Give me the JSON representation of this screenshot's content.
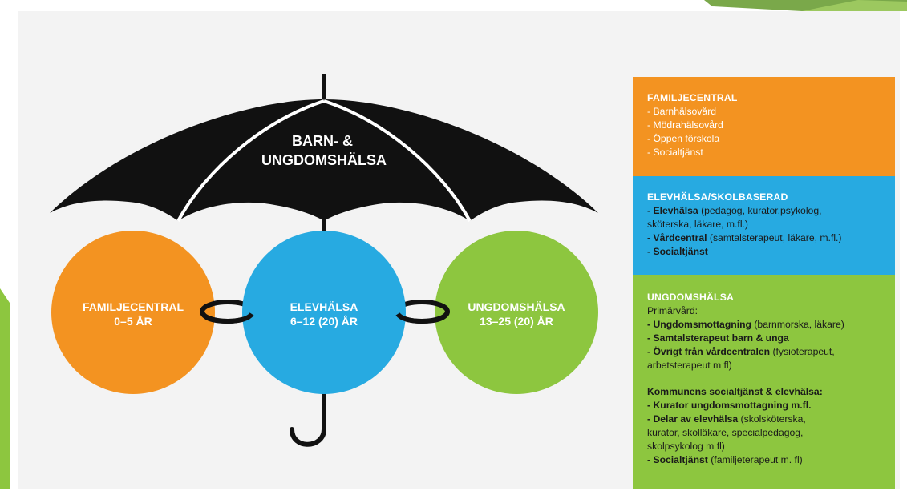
{
  "umbrella": {
    "title_line1": "BARN- &",
    "title_line2": "UNGDOMSHÄLSA"
  },
  "circles": [
    {
      "label_line1": "FAMILJECENTRAL",
      "label_line2": "0–5 ÅR",
      "color": "#f39321"
    },
    {
      "label_line1": "ELEVHÄLSA",
      "label_line2": "6–12 (20) ÅR",
      "color": "#27aae1"
    },
    {
      "label_line1": "UNGDOMSHÄLSA",
      "label_line2": "13–25 (20) ÅR",
      "color": "#8dc63f"
    }
  ],
  "boxes": {
    "familjecentral": {
      "heading": "FAMILJECENTRAL",
      "items": [
        "- Barnhälsovård",
        "- Mödrahälsovård",
        "- Öppen förskola",
        "- Socialtjänst"
      ],
      "color": "#f39321"
    },
    "elevhalsa": {
      "heading": "ELEVHÄLSA/SKOLBASERAD",
      "items": [
        {
          "bold": "- Elevhälsa",
          "rest": " (pedagog, kurator,psykolog,"
        },
        {
          "bold": "",
          "rest": "  sköterska, läkare, m.fl.)"
        },
        {
          "bold": "- Vårdcentral",
          "rest": " (samtalsterapeut, läkare, m.fl.)"
        },
        {
          "bold": "- Socialtjänst",
          "rest": ""
        }
      ],
      "color": "#27aae1"
    },
    "ungdomshalsa": {
      "heading": "UNGDOMSHÄLSA",
      "sub1": "Primärvård:",
      "items1": [
        {
          "bold": "- Ungdomsmottagning",
          "rest": " (barnmorska, läkare)"
        },
        {
          "bold": "- Samtalsterapeut barn & unga",
          "rest": ""
        },
        {
          "bold": "- Övrigt från vårdcentralen",
          "rest": " (fysioterapeut,"
        },
        {
          "bold": "",
          "rest": "  arbetsterapeut m fl)"
        }
      ],
      "sub2": "Kommunens socialtjänst & elevhälsa:",
      "items2": [
        {
          "bold": "- Kurator ungdomsmottagning m.fl.",
          "rest": ""
        },
        {
          "bold": "- Delar av elevhälsa",
          "rest": " (skolsköterska,"
        },
        {
          "bold": "",
          "rest": "  kurator, skolläkare, specialpedagog,"
        },
        {
          "bold": "",
          "rest": "  skolpsykolog m fl)"
        },
        {
          "bold": "- Socialtjänst",
          "rest": " (familjeterapeut m. fl)"
        }
      ],
      "color": "#8dc63f"
    }
  },
  "decor_colors": {
    "corner_green": "#7aa84a",
    "side_green": "#8dc63f",
    "umbrella": "#111111"
  }
}
